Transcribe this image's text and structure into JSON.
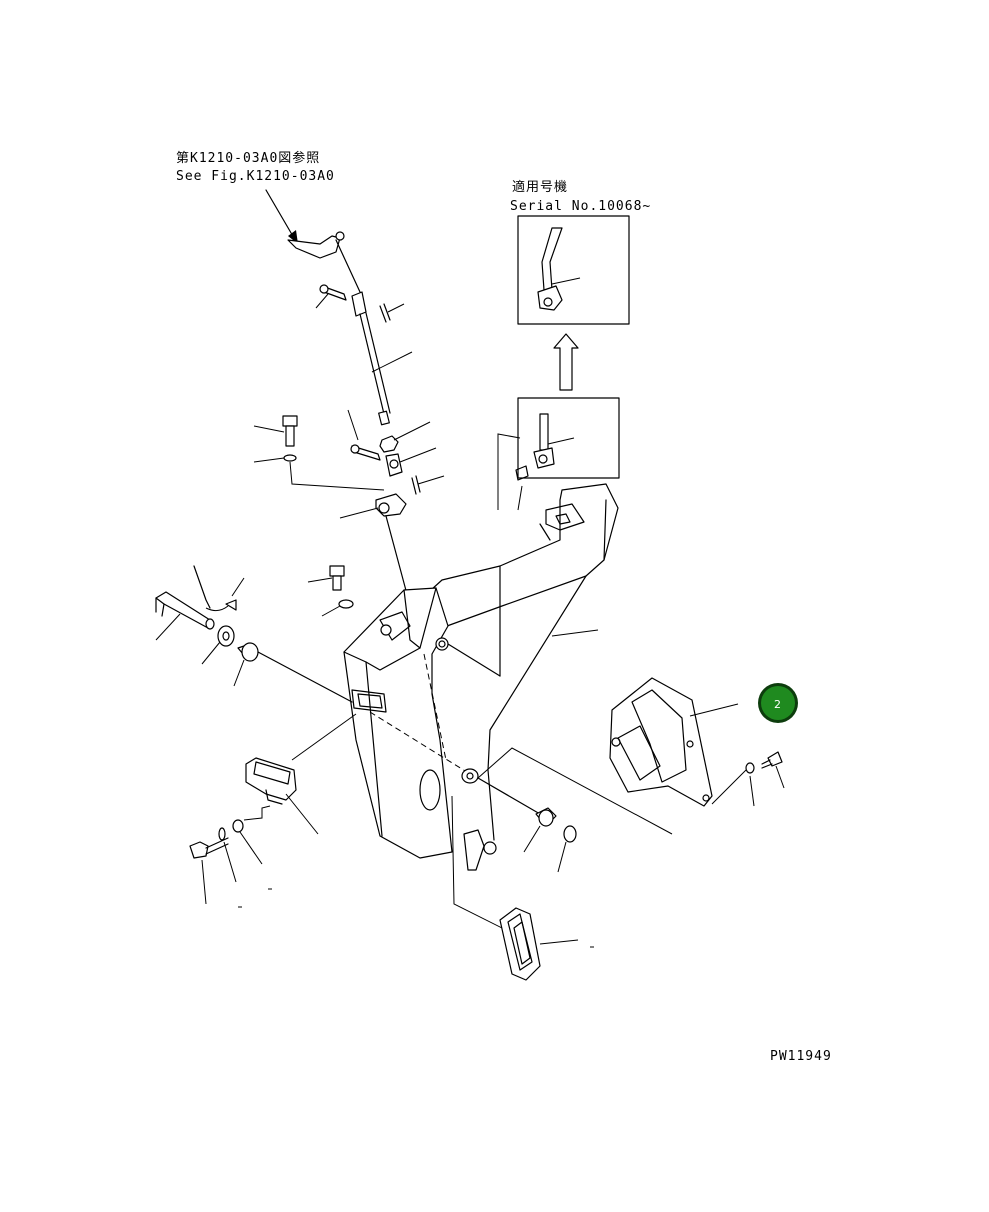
{
  "callouts": {
    "see_fig_jp": "第K1210-03A0図参照",
    "see_fig_en": "See Fig.K1210-03A0",
    "serial_jp": "適用号機",
    "serial_en": "Serial No.10068~"
  },
  "drawing_id": "PW11949",
  "badge": {
    "label": "2",
    "fill": "#1f8a1f",
    "ring": "#0d3d0d"
  }
}
